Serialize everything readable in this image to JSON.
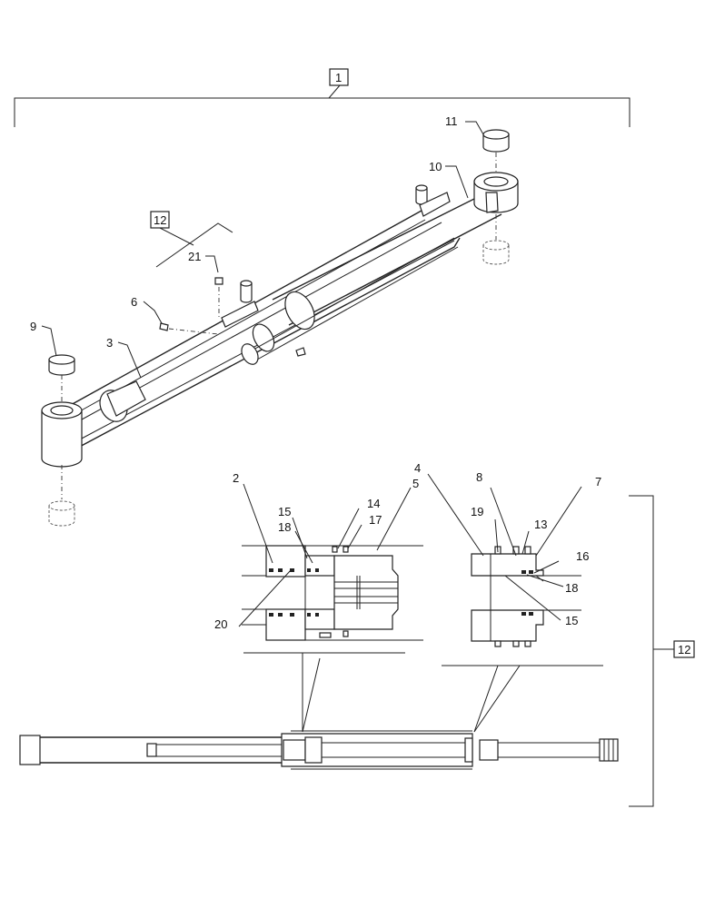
{
  "callouts": {
    "c1": "1",
    "c2": "2",
    "c3": "3",
    "c4": "4",
    "c5": "5",
    "c6": "6",
    "c7": "7",
    "c8": "8",
    "c9": "9",
    "c10": "10",
    "c11": "11",
    "c12_top": "12",
    "c12_side": "12",
    "c13": "13",
    "c14": "14",
    "c15_left": "15",
    "c15_right": "15",
    "c16": "16",
    "c17": "17",
    "c18_left": "18",
    "c18_right": "18",
    "c19": "19",
    "c20": "20",
    "c21": "21"
  }
}
